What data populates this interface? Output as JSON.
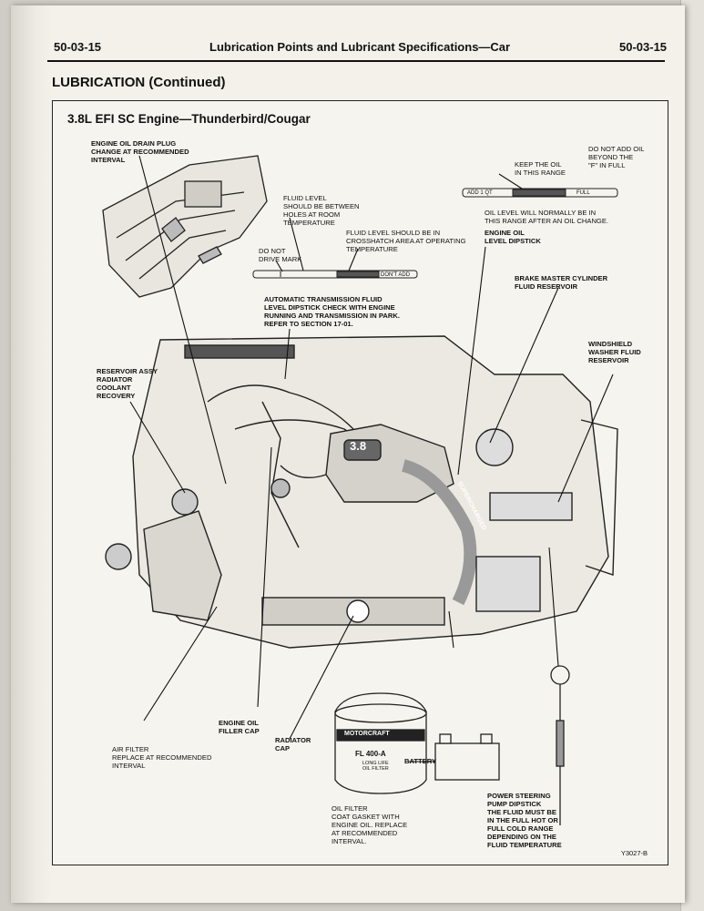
{
  "header": {
    "page_number_left": "50-03-15",
    "title": "Lubrication Points and Lubricant Specifications—Car",
    "page_number_right": "50-03-15"
  },
  "section_title": "LUBRICATION (Continued)",
  "figure": {
    "subtitle": "3.8L EFI SC Engine—Thunderbird/Cougar",
    "figure_id": "Y3027-B",
    "labels": {
      "oil_drain_plug": "ENGINE OIL DRAIN PLUG\nCHANGE AT RECOMMENDED\nINTERVAL",
      "fluid_level_holes": "FLUID LEVEL\nSHOULD BE BETWEEN\nHOLES AT ROOM\nTEMPERATURE",
      "fluid_level_crosshatch": "FLUID LEVEL SHOULD BE IN\nCROSSHATCH AREA AT OPERATING\nTEMPERATURE",
      "do_not_drive": "DO NOT\nDRIVE MARK",
      "dont_add": "DON'T ADD",
      "atf_dipstick": "AUTOMATIC TRANSMISSION FLUID\nLEVEL DIPSTICK CHECK WITH ENGINE\nRUNNING AND TRANSMISSION IN PARK.\nREFER TO SECTION 17-01.",
      "keep_oil": "KEEP THE OIL\nIN THIS RANGE",
      "do_not_add_oil": "DO NOT ADD OIL\nBEYOND THE\n\"F\" IN FULL",
      "add_qt": "ADD 1 QT",
      "full": "FULL",
      "oil_level_normal": "OIL LEVEL WILL NORMALLY BE IN\nTHIS RANGE AFTER AN OIL CHANGE.",
      "oil_dipstick": "ENGINE OIL\nLEVEL DIPSTICK",
      "brake_reservoir": "BRAKE MASTER CYLINDER\nFLUID RESERVOIR",
      "washer_reservoir": "WINDSHIELD\nWASHER FLUID\nRESERVOIR",
      "coolant_reservoir": "RESERVOIR ASSY\nRADIATOR\nCOOLANT\nRECOVERY",
      "air_filter": "AIR FILTER\nREPLACE AT RECOMMENDED\nINTERVAL",
      "oil_filler_cap": "ENGINE OIL\nFILLER CAP",
      "radiator_cap": "RADIATOR\nCAP",
      "battery": "BATTERY",
      "oil_filter": "OIL FILTER\nCOAT GASKET WITH\nENGINE OIL. REPLACE\nAT RECOMMENDED\nINTERVAL.",
      "ps_dipstick": "POWER STEERING\nPUMP DIPSTICK\nTHE FLUID MUST BE\nIN THE FULL HOT OR\nFULL COLD RANGE\nDEPENDING ON THE\nFLUID TEMPERATURE",
      "filter_brand": "Motorcraft",
      "filter_model": "FL 400-A",
      "filter_sub": "LONG LIFE\nOIL FILTER",
      "engine_badge": "3.8",
      "supercharged": "SUPERCHARGED"
    }
  }
}
